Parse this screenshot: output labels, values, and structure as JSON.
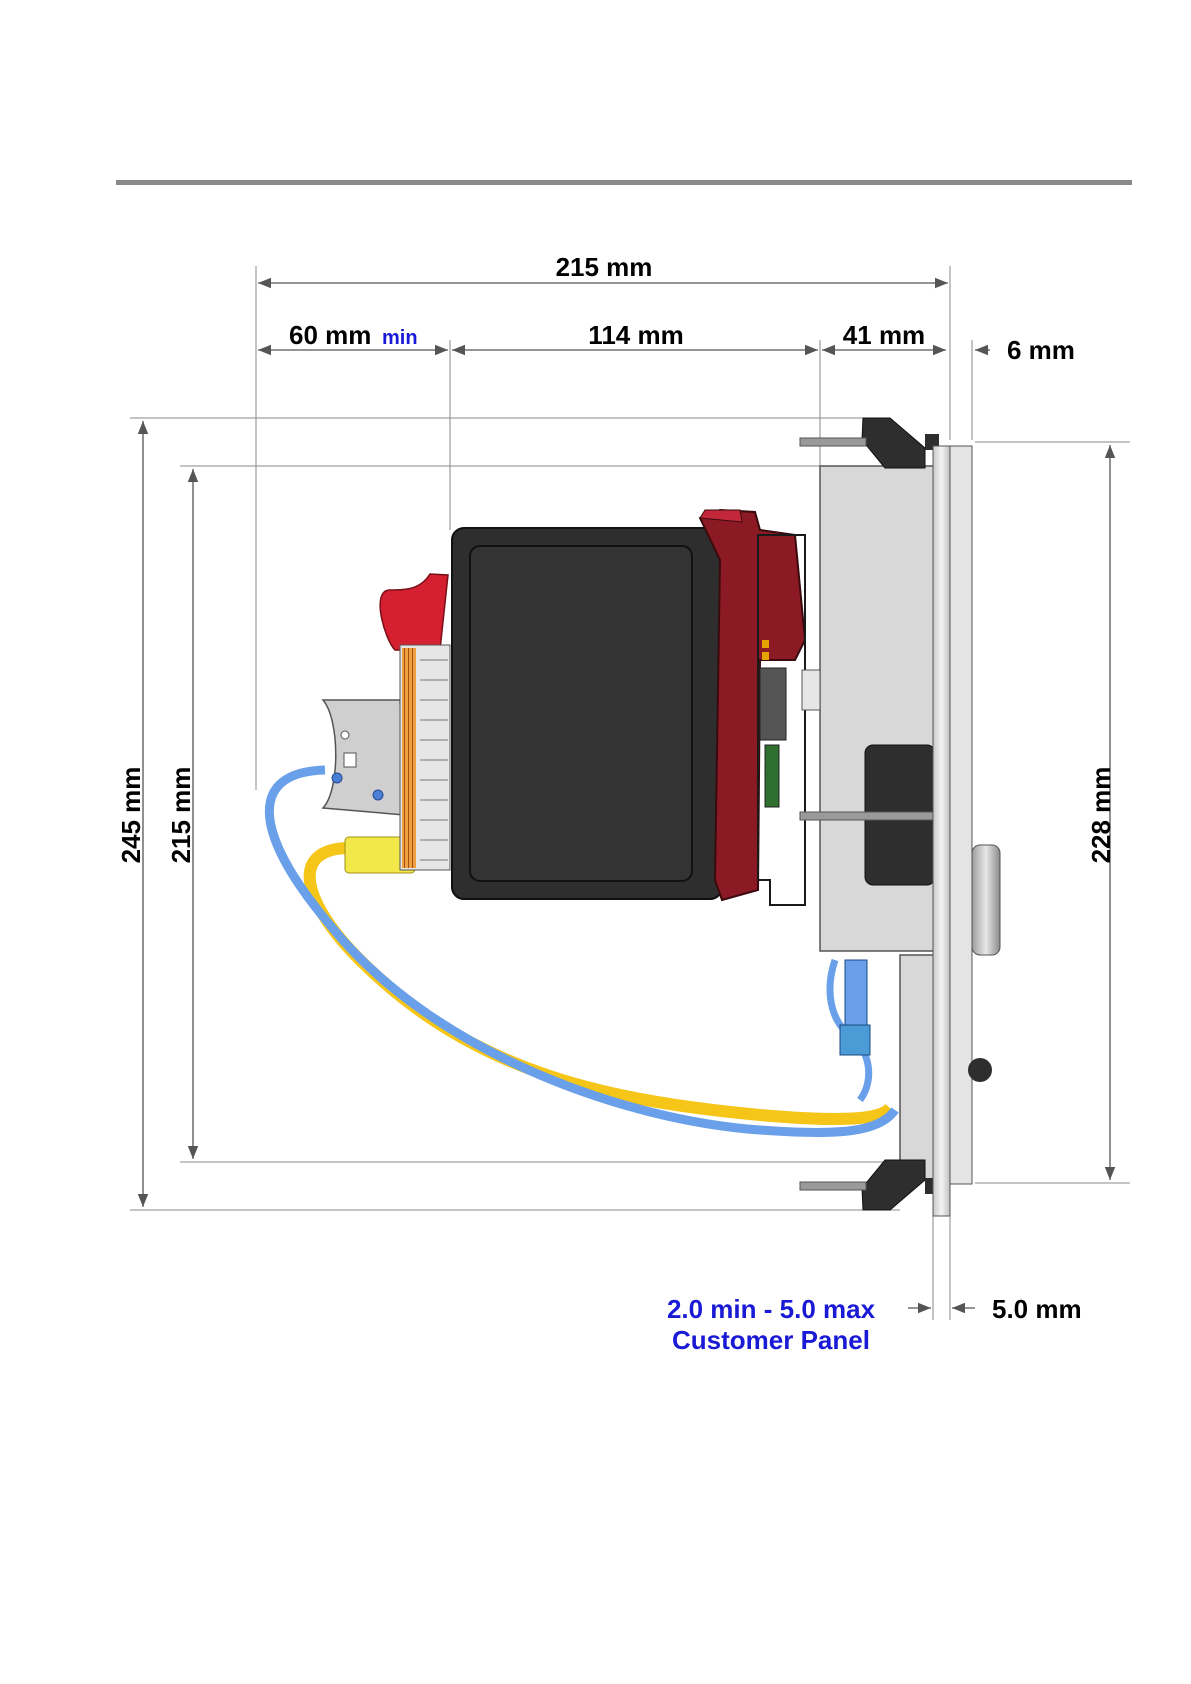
{
  "dimensions": {
    "overall_depth": "215 mm",
    "rear_clearance": "60 mm",
    "rear_clearance_suffix": "min",
    "module_depth": "114 mm",
    "front_depth": "41 mm",
    "bezel_depth": "6 mm",
    "outer_height": "245 mm",
    "inner_height": "215 mm",
    "bezel_height": "228 mm",
    "panel_gap": "5.0 mm"
  },
  "panel_note": {
    "line1": "2.0 min - 5.0 max",
    "line2": "Customer Panel"
  },
  "colors": {
    "header_rule": "#8a8a8a",
    "housing_dark": "#2e2e2e",
    "maroon": "#8b1a24",
    "red_lever": "#d42030",
    "panel_grey": "#d8d8d8",
    "cable_blue": "#6aa0ea",
    "cable_yellow": "#f5c518",
    "note_blue": "#1a1ad6"
  }
}
